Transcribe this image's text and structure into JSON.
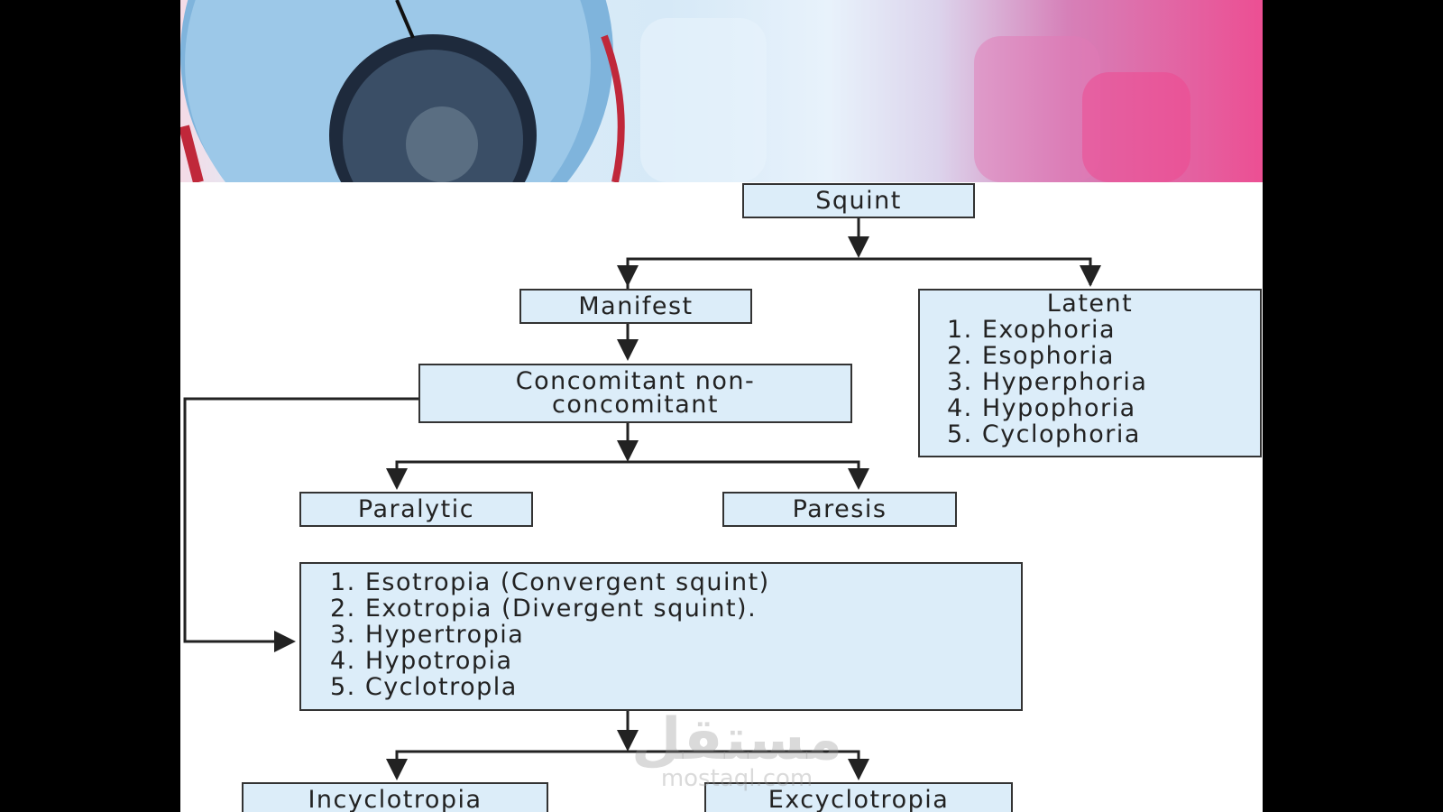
{
  "diagram": {
    "root": "Squint",
    "manifest": "Manifest",
    "latent": {
      "title": "Latent",
      "items": [
        "1. Exophoria",
        "2. Esophoria",
        "3. Hyperphoria",
        "4. Hypophoria",
        "5. Cyclophoria"
      ]
    },
    "concomitant": "Concomitant non-concomitant",
    "paralytic": "Paralytic",
    "paresis": "Paresis",
    "tropias": [
      "1. Esotropia (Convergent squint)",
      "2. Exotropia (Divergent squint).",
      "3. Hypertropia",
      "4. Hypotropia",
      "5. Cyclotropla"
    ],
    "incyclotropia": "Incyclotropia",
    "excyclotropia": "Excyclotropia"
  },
  "watermark": {
    "arabic": "مستقل",
    "latin": "mostaql.com"
  }
}
